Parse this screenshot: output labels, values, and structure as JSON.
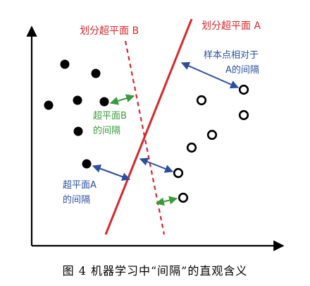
{
  "labels": {
    "hyperplane_b": "划分超平面 B",
    "hyperplane_a": "划分超平面 A",
    "sample_gap_line1": "样本点相对于",
    "sample_gap_line2": "A的间隔",
    "gap_b_line1": "超平面B",
    "gap_b_line2": "的间隔",
    "gap_a_line1": "超平面A",
    "gap_a_line2": "的间隔"
  },
  "caption": "图 4   机器学习中“间隔”的直观含义",
  "colors": {
    "axis": "#000000",
    "hyperplane_a": "#d8262a",
    "hyperplane_b": "#d8262a",
    "blue_arrow": "#2b4ea0",
    "green_arrow": "#3a9b3a",
    "points": "#000000"
  }
}
